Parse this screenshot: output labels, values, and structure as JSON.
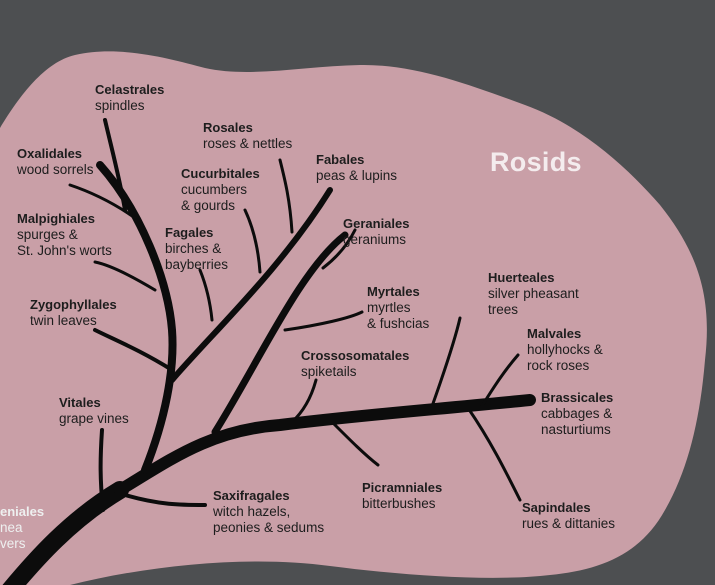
{
  "clade_title": "Rosids",
  "colors": {
    "background": "#4d4f51",
    "blob": "#c99fa7",
    "branches": "#0c0c0c",
    "text": "#1d1d1d",
    "title": "#f4ecee"
  },
  "orders": [
    {
      "id": "celastrales",
      "name": "Celastrales",
      "common": "spindles"
    },
    {
      "id": "oxalidales",
      "name": "Oxalidales",
      "common": "wood sorrels"
    },
    {
      "id": "rosales",
      "name": "Rosales",
      "common": "roses & nettles"
    },
    {
      "id": "cucurbitales",
      "name": "Cucurbitales",
      "common": "cucumbers\n& gourds"
    },
    {
      "id": "fabales",
      "name": "Fabales",
      "common": "peas & lupins"
    },
    {
      "id": "malpighiales",
      "name": "Malpighiales",
      "common": "spurges &\nSt. John's worts"
    },
    {
      "id": "fagales",
      "name": "Fagales",
      "common": "birches &\nbayberries"
    },
    {
      "id": "geraniales",
      "name": "Geraniales",
      "common": "geraniums"
    },
    {
      "id": "zygophyllales",
      "name": "Zygophyllales",
      "common": "twin leaves"
    },
    {
      "id": "myrtales",
      "name": "Myrtales",
      "common": "myrtles\n& fushcias"
    },
    {
      "id": "huerteales",
      "name": "Huerteales",
      "common": "silver pheasant\ntrees"
    },
    {
      "id": "malvales",
      "name": "Malvales",
      "common": "hollyhocks &\nrock roses"
    },
    {
      "id": "crossosomatales",
      "name": "Crossosomatales",
      "common": "spiketails"
    },
    {
      "id": "vitales",
      "name": "Vitales",
      "common": "grape vines"
    },
    {
      "id": "brassicales",
      "name": "Brassicales",
      "common": "cabbages &\nnasturtiums"
    },
    {
      "id": "picramniales",
      "name": "Picramniales",
      "common": "bitterbushes"
    },
    {
      "id": "saxifragales",
      "name": "Saxifragales",
      "common": "witch hazels,\npeonies & sedums"
    },
    {
      "id": "sapindales",
      "name": "Sapindales",
      "common": "rues & dittanies"
    }
  ],
  "partial_label": {
    "name": "eniales",
    "common": "nea\nvers"
  }
}
